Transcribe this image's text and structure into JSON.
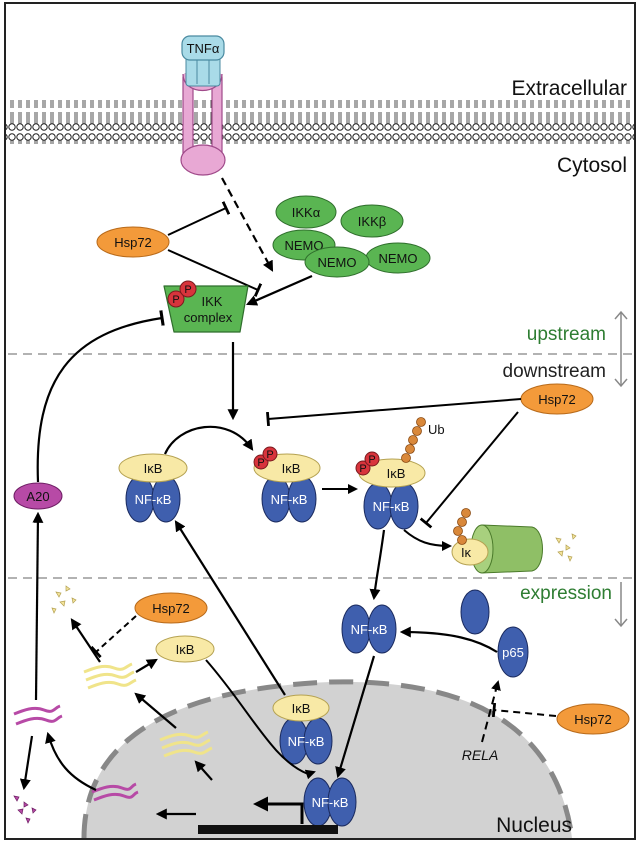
{
  "regions": {
    "extracellular": "Extracellular",
    "cytosol": "Cytosol",
    "nucleus": "Nucleus",
    "upstream": "upstream",
    "downstream": "downstream",
    "expression": "expression"
  },
  "receptor": {
    "ligand": "TNFα"
  },
  "ikk_subunits": {
    "alpha": "IKKα",
    "beta": "IKKβ",
    "nemo_1": "NEMO",
    "nemo_2": "NEMO",
    "nemo_3": "NEMO"
  },
  "ikk_complex": {
    "line1": "IKK",
    "line2": "complex",
    "phospho": "P"
  },
  "hsp72": {
    "label_1": "Hsp72",
    "label_2": "Hsp72",
    "label_3": "Hsp72",
    "label_4": "Hsp72"
  },
  "proteins": {
    "a20": "A20",
    "ikb": "IκB",
    "nfkb": "NF-κB",
    "ub": "Ub",
    "ikb_degraded": "Iκ",
    "p65": "p65"
  },
  "gene": {
    "rela": "RELA"
  },
  "colors": {
    "hsp72": "#f39a3a",
    "nfkb": "#3f5fae",
    "ikb": "#f8e9a6",
    "ikk_green": "#5ab552",
    "phospho_red": "#d8343c",
    "a20": "#b74aa6",
    "proteasome": "#8fbf66",
    "ubiquitin": "#d9883a",
    "nucleus": "#d2d2d2",
    "receptor_pink": "#e8a8d4",
    "ligand_blue": "#a9dbe8"
  }
}
